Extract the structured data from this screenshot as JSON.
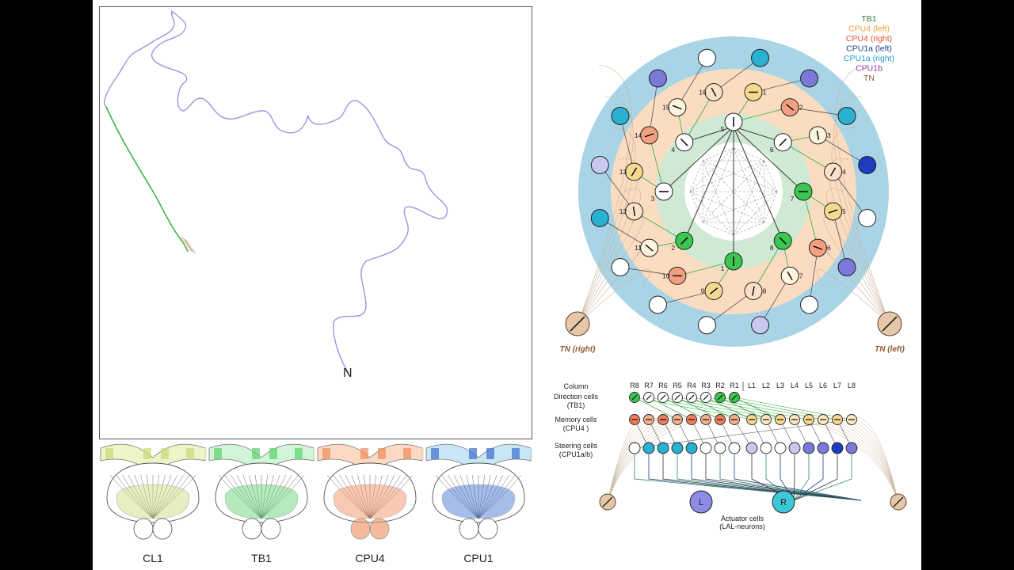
{
  "trajectory": {
    "start_label": "N",
    "colors": {
      "outbound": "#9b97e0",
      "homebound": "#3cb44b",
      "nest_marker": "#c8a078"
    }
  },
  "brain_panels": [
    {
      "label": "CL1",
      "color": "#c8dc78",
      "light": "#ecf4c8"
    },
    {
      "label": "TB1",
      "color": "#5ad26e",
      "light": "#d2f5d8"
    },
    {
      "label": "CPU4",
      "color": "#f08c5a",
      "light": "#fbd9c2"
    },
    {
      "label": "CPU1",
      "color": "#3c6ed2",
      "light": "#c8e6f5"
    }
  ],
  "legend": [
    {
      "text": "TB1",
      "color": "#2e7d32"
    },
    {
      "text": "CPU4 (left)",
      "color": "#f0a040"
    },
    {
      "text": "CPU4 (right)",
      "color": "#e8502a"
    },
    {
      "text": "CPU1a (left)",
      "color": "#1e3c8c"
    },
    {
      "text": "CPU1a (right)",
      "color": "#1ea0c8"
    },
    {
      "text": "CPU1b",
      "color": "#9b2fa0"
    },
    {
      "text": "TN",
      "color": "#8b5a2b"
    }
  ],
  "circuit": {
    "tn_right": "TN (right)",
    "tn_left": "TN (left)",
    "tb1_nums": [
      "1",
      "2",
      "3",
      "4",
      "5",
      "6",
      "7",
      "8"
    ],
    "cpu4_nums": [
      "1",
      "2",
      "3",
      "4",
      "5",
      "6",
      "7",
      "8",
      "9",
      "10",
      "11",
      "12",
      "13",
      "14",
      "15",
      "16"
    ]
  },
  "columns": {
    "header": "Column",
    "labels": [
      "R8",
      "R7",
      "R6",
      "R5",
      "R4",
      "R3",
      "R2",
      "R1",
      "L1",
      "L2",
      "L3",
      "L4",
      "L5",
      "L6",
      "L7",
      "L8"
    ],
    "row_direction": [
      "Direction cells",
      "(TB1)"
    ],
    "row_memory": [
      "Memory cells",
      "(CPU4 )"
    ],
    "row_steering": [
      "Steering cells",
      "(CPU1a/b)"
    ],
    "actuator": [
      "Actuator cells",
      "(LAL-neurons)"
    ],
    "actuator_left": "L",
    "actuator_right": "R"
  }
}
